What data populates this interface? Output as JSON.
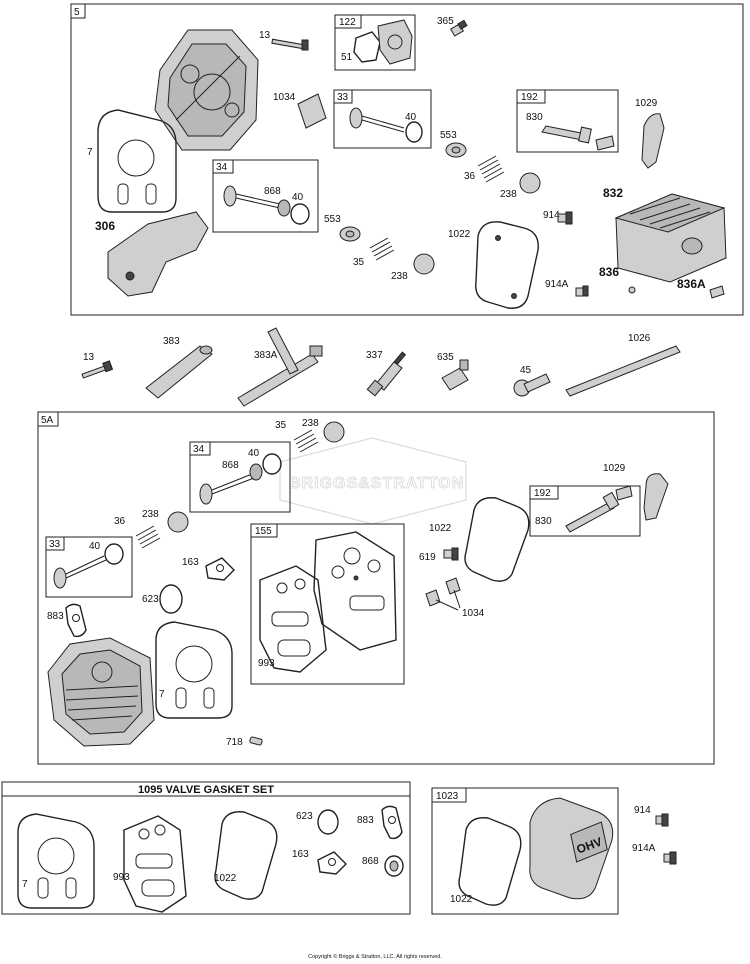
{
  "sections": {
    "s5": "5",
    "s5a": "5A",
    "valve_gasket_set": "1095 VALVE GASKET SET",
    "cover_set": "1023"
  },
  "group_labels": {
    "g122": "122",
    "g33_top": "33",
    "g192_top": "192",
    "g34_top": "34",
    "g34_mid": "34",
    "g192_mid": "192",
    "g33_mid": "33",
    "g155": "155"
  },
  "part_labels": {
    "p13_top": "13",
    "p51": "51",
    "p365": "365",
    "p1034_top": "1034",
    "p40_a": "40",
    "p830_a": "830",
    "p1029_a": "1029",
    "p7_a": "7",
    "p553_a": "553",
    "p868_a": "868",
    "p40_b": "40",
    "p36_a": "36",
    "p238_a": "238",
    "p832": "832",
    "p306": "306",
    "p553_b": "553",
    "p914_a": "914",
    "p1022_a": "1022",
    "p35_a": "35",
    "p238_b": "238",
    "p836": "836",
    "p914a_a": "914A",
    "p836a": "836A",
    "p13_b": "13",
    "p383": "383",
    "p383a": "383A",
    "p337": "337",
    "p635": "635",
    "p45": "45",
    "p1026": "1026",
    "p35_b": "35",
    "p238_c": "238",
    "p40_c": "40",
    "p868_b": "868",
    "p1029_b": "1029",
    "p36_b": "36",
    "p238_d": "238",
    "p1022_b": "1022",
    "p830_b": "830",
    "p40_d": "40",
    "p163_a": "163",
    "p619": "619",
    "p623_a": "623",
    "p1034_b": "1034",
    "p883_a": "883",
    "p993_a": "993",
    "p7_b": "7",
    "p718": "718",
    "p7_c": "7",
    "p993_b": "993",
    "p1022_c": "1022",
    "p623_b": "623",
    "p883_b": "883",
    "p163_b": "163",
    "p868_c": "868",
    "p914_b": "914",
    "p914a_b": "914A",
    "p1022_d": "1022"
  },
  "watermark": "BRIGGS&STRATTON",
  "cover_emblem": "OHV",
  "footer": "Copyright © Briggs & Stratton, LLC. All rights reserved."
}
